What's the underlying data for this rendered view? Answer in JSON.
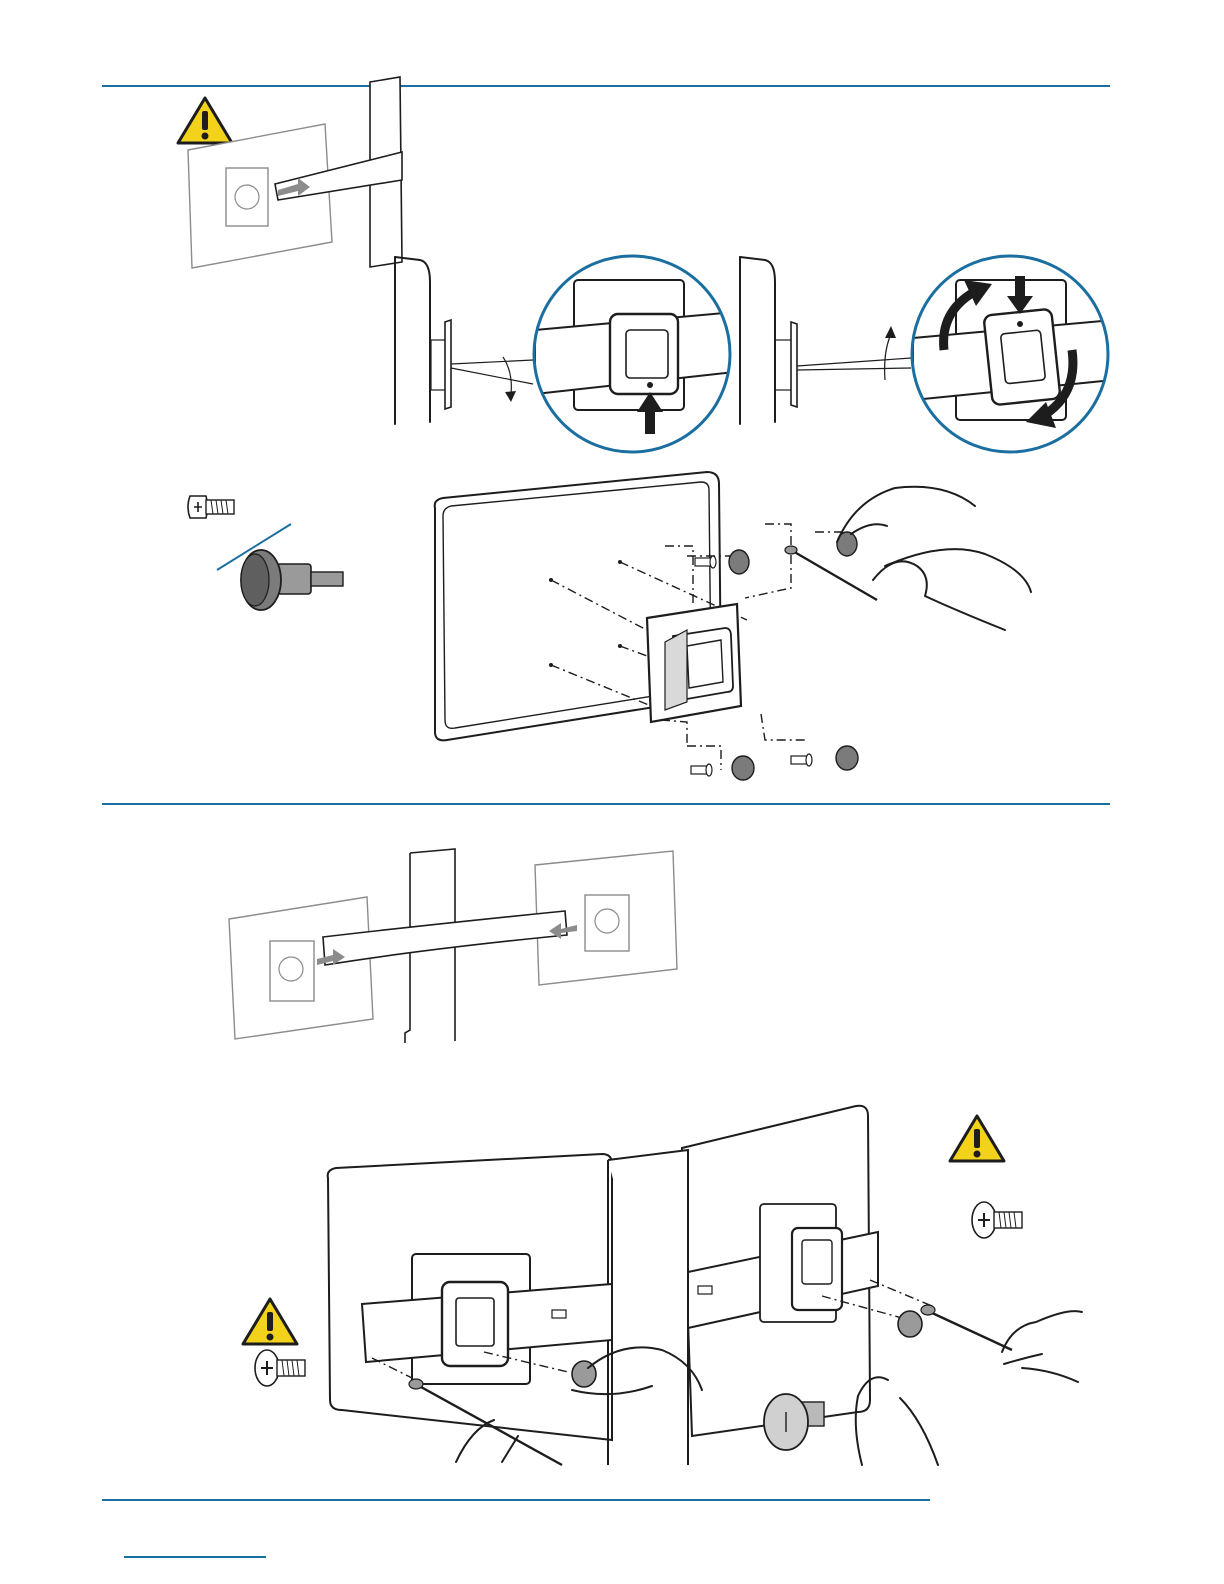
{
  "colors": {
    "accent": "#1a6fa0",
    "warning_fill": "#f2d21b",
    "ink": "#1d1d1d",
    "ghost": "#8c8c8c",
    "metal": "#9a9a9a"
  },
  "icons": {
    "warning": "warning-triangle-icon",
    "screw": "phillips-screw-icon",
    "knob": "thumb-knob-icon",
    "rotate": "rotate-arrows-icon"
  },
  "steps": [
    {
      "name": "single-monitor-mount",
      "illustrations": [
        "ghost-monitor-slide-on",
        "tilt-down-detail",
        "lock-detail-circle",
        "tilt-up-detail",
        "rotate-detail-circle",
        "vesa-plate-attach"
      ]
    },
    {
      "name": "dual-monitor-mount",
      "illustrations": [
        "dual-ghost-monitors-slide-on",
        "dual-monitor-fastening"
      ]
    }
  ]
}
